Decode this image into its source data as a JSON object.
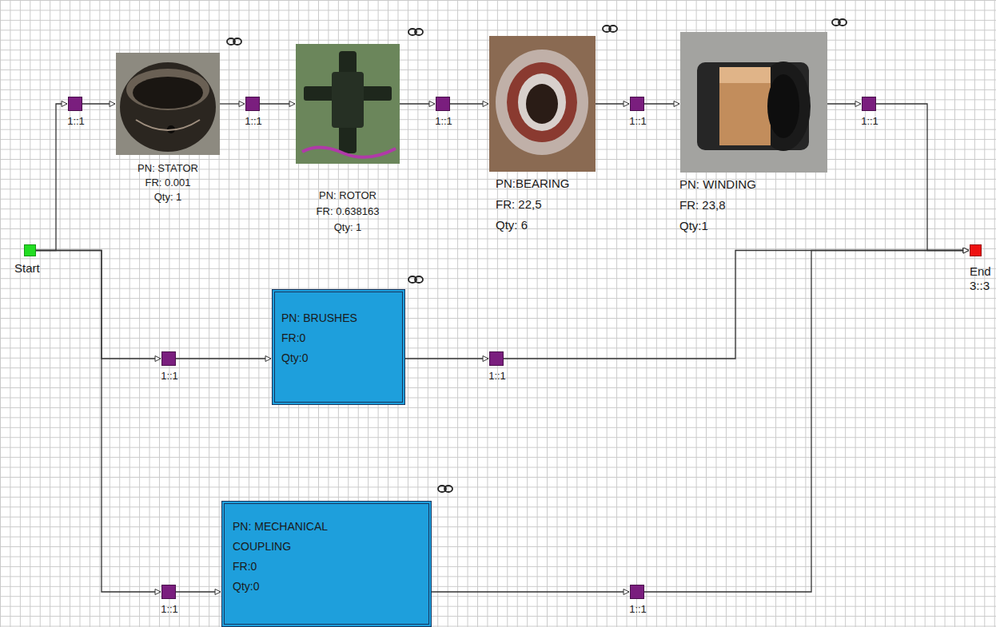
{
  "diagram": {
    "nodes": [
      {
        "text": [
          "Start"
        ]
      },
      {
        "text": [
          "1::1"
        ]
      },
      {
        "text": [
          "PN: STATOR",
          "FR: 0.001",
          "Qty: 1"
        ]
      },
      {
        "text": [
          "1::1"
        ]
      },
      {
        "text": [
          "PN: ROTOR",
          "FR: 0.638163",
          "Qty: 1"
        ]
      },
      {
        "text": [
          "1::1"
        ]
      },
      {
        "text": [
          "PN:BEARING",
          "FR: 22,5",
          "Qty: 6"
        ]
      },
      {
        "text": [
          "1::1"
        ]
      },
      {
        "text": [
          "PN: WINDING",
          "FR: 23,8",
          "Qty:1"
        ]
      },
      {
        "text": [
          "1::1"
        ]
      },
      {
        "text": [
          "1::1"
        ]
      },
      {
        "text": [
          "PN: BRUSHES",
          "FR:0",
          "Qty:0"
        ]
      },
      {
        "text": [
          "1::1"
        ]
      },
      {
        "text": [
          "1::1"
        ]
      },
      {
        "text": [
          "PN: MECHANICAL COUPLING",
          "FR:0",
          "Qty:0"
        ]
      },
      {
        "text": [
          "1::1"
        ]
      },
      {
        "text": [
          "End",
          "3::3"
        ]
      }
    ],
    "edges": [
      {
        "from": 0,
        "to": 1,
        "arrow": "to"
      },
      {
        "from": 1,
        "to": 2,
        "arrow": "to"
      },
      {
        "from": 2,
        "to": 3,
        "arrow": "to"
      },
      {
        "from": 3,
        "to": 4,
        "arrow": "to"
      },
      {
        "from": 4,
        "to": 5,
        "arrow": "to"
      },
      {
        "from": 5,
        "to": 6,
        "arrow": "to"
      },
      {
        "from": 6,
        "to": 7,
        "arrow": "to"
      },
      {
        "from": 7,
        "to": 8,
        "arrow": "to"
      },
      {
        "from": 8,
        "to": 9,
        "arrow": "to"
      },
      {
        "from": 9,
        "to": 16,
        "arrow": "to"
      },
      {
        "from": 0,
        "to": 10,
        "arrow": "to"
      },
      {
        "from": 10,
        "to": 11,
        "arrow": "to"
      },
      {
        "from": 11,
        "to": 12,
        "arrow": "to"
      },
      {
        "from": 12,
        "to": 16,
        "arrow": "to"
      },
      {
        "from": 0,
        "to": 13,
        "arrow": "to"
      },
      {
        "from": 13,
        "to": 14,
        "arrow": "to"
      },
      {
        "from": 14,
        "to": 15,
        "arrow": "to"
      },
      {
        "from": 15,
        "to": 16,
        "arrow": "to"
      }
    ]
  }
}
